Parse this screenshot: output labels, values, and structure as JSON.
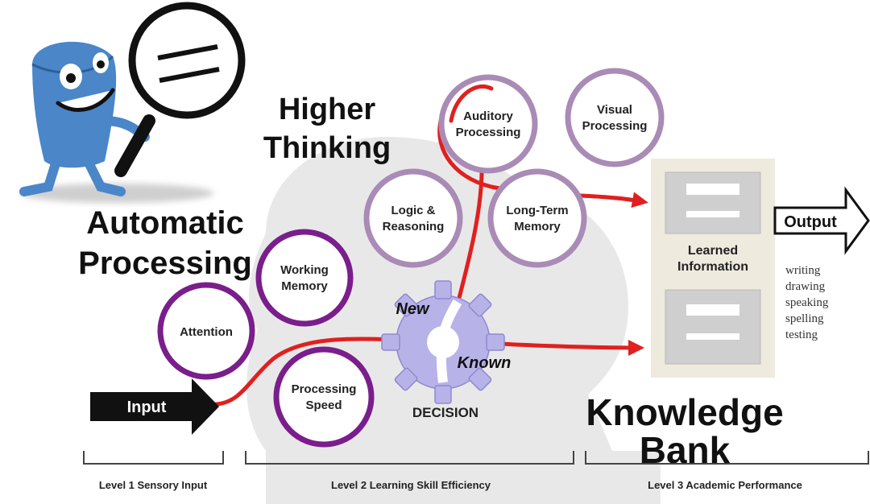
{
  "headings": {
    "higher_thinking_line1": "Higher",
    "higher_thinking_line2": "Thinking",
    "automatic_line1": "Automatic",
    "automatic_line2": "Processing",
    "knowledge_line1": "Knowledge",
    "knowledge_line2": "Bank"
  },
  "nodes": {
    "attention": [
      "Attention"
    ],
    "working_memory": [
      "Working",
      "Memory"
    ],
    "processing_speed": [
      "Processing",
      "Speed"
    ],
    "logic_reasoning": [
      "Logic &",
      "Reasoning"
    ],
    "long_term_memory": [
      "Long-Term",
      "Memory"
    ],
    "auditory_processing": [
      "Auditory",
      "Processing"
    ],
    "visual_processing": [
      "Visual",
      "Processing"
    ]
  },
  "decision": {
    "new_label": "New",
    "known_label": "Known",
    "decision_label": "DECISION"
  },
  "input_label": "Input",
  "output_label": "Output",
  "learned_information": [
    "Learned",
    "Information"
  ],
  "output_items": [
    "writing",
    "drawing",
    "speaking",
    "spelling",
    "testing"
  ],
  "levels": {
    "level1": "Level 1 Sensory Input",
    "level2": "Level 2 Learning Skill Efficiency",
    "level3": "Level 3 Academic Performance"
  },
  "colors": {
    "purple_dark": "#7a1e8c",
    "purple_light": "#a98bb6",
    "red_path": "#e02020",
    "gear": "#b7b3e8",
    "cabinet": "#eeeade",
    "drawer": "#cfcfcf",
    "head_silhouette": "#e6e6e6",
    "mascot_blue": "#4a86c8"
  }
}
